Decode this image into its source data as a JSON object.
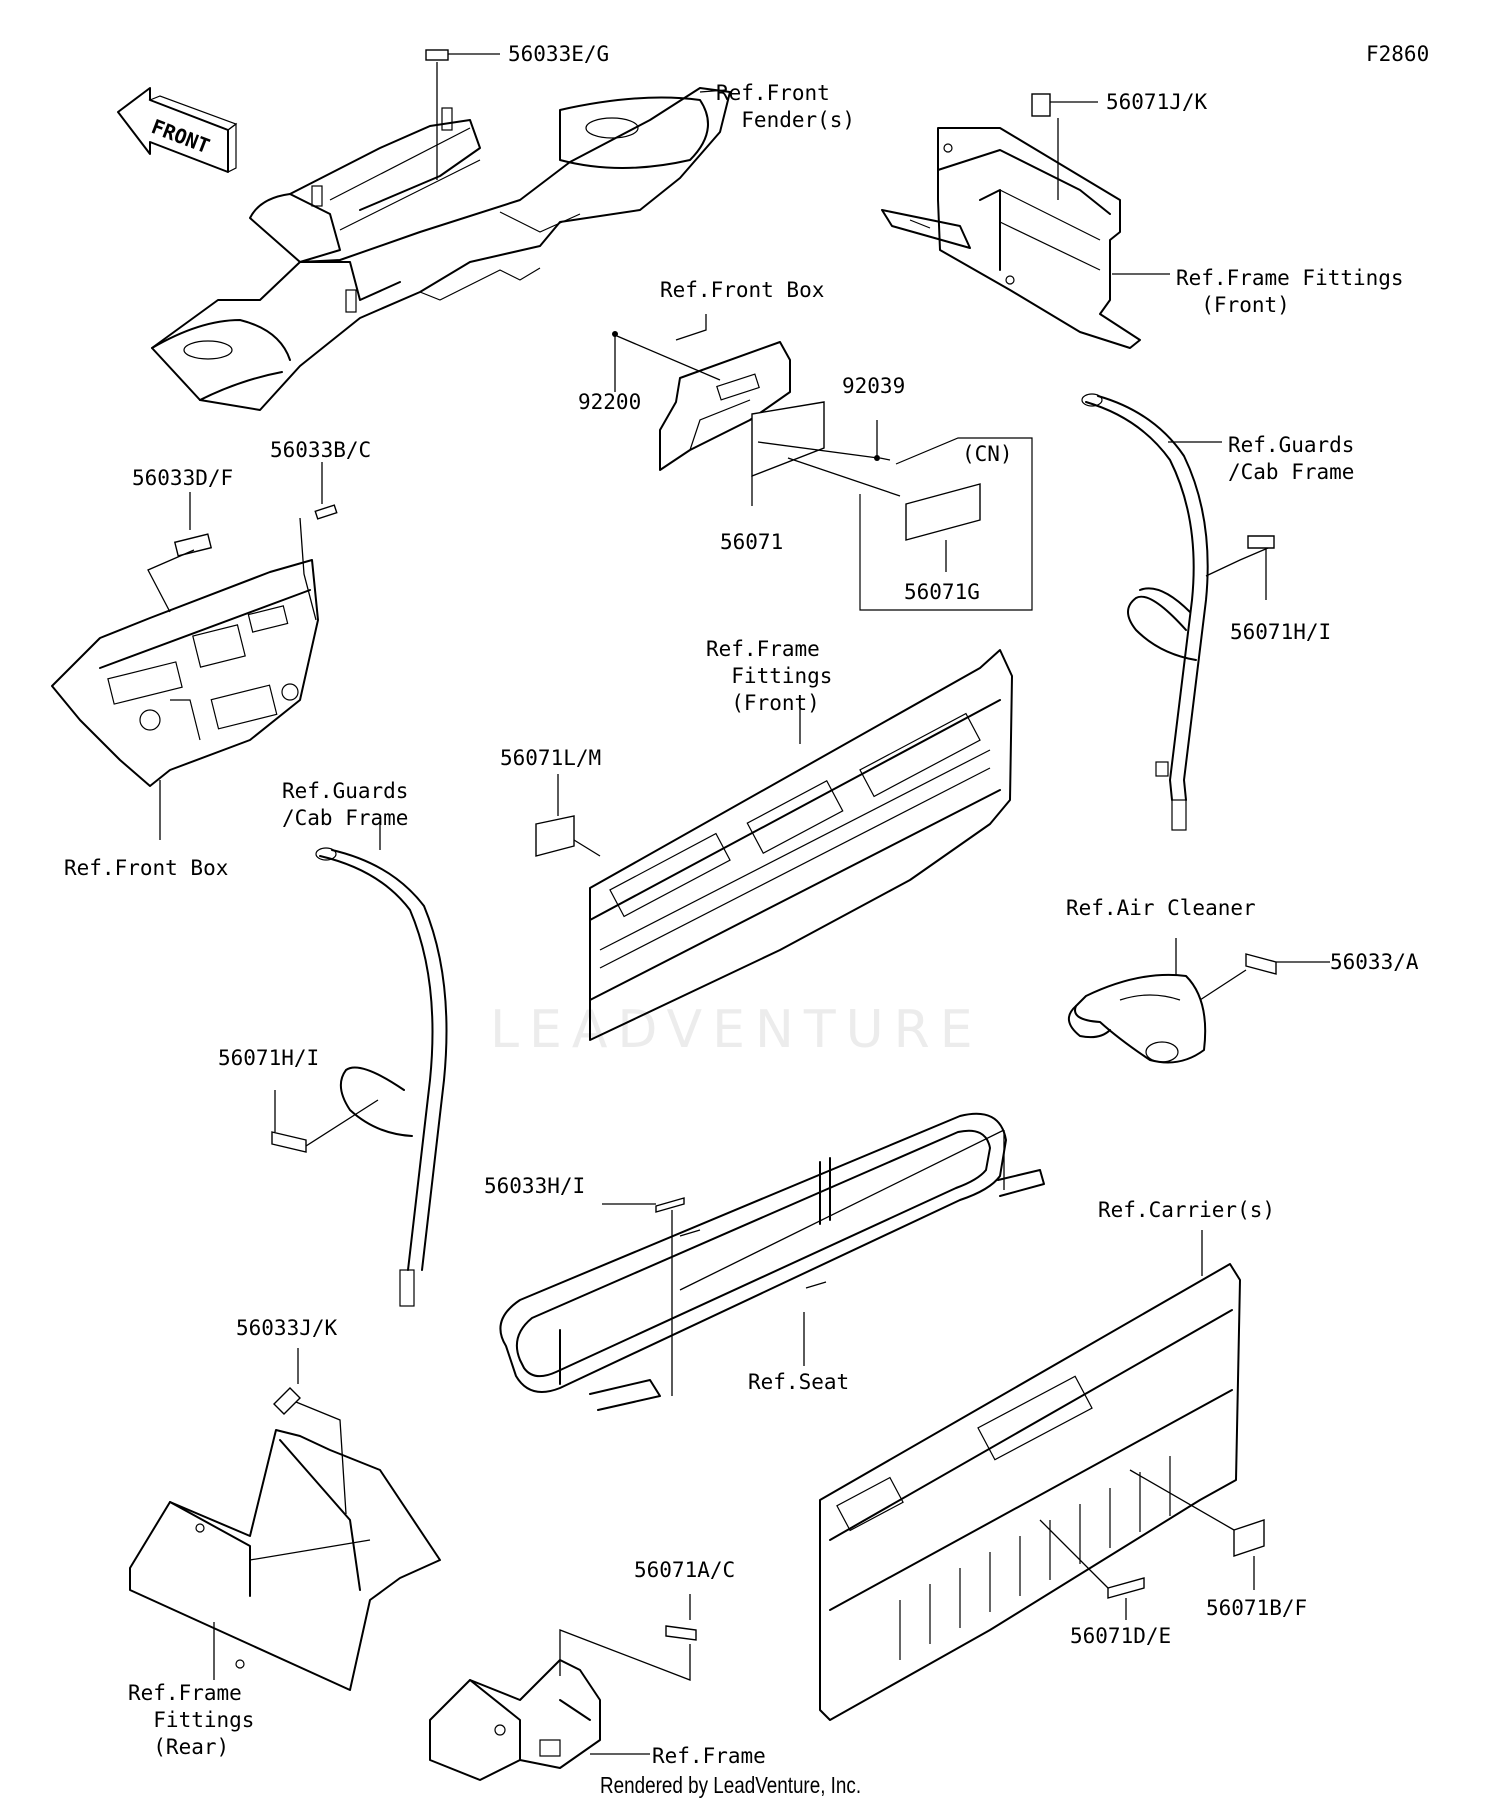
{
  "figure_number": "F2860",
  "direction_arrow": "FRONT",
  "watermark": "LEADVENTURE",
  "credit": "Rendered by LeadVenture, Inc.",
  "callouts": {
    "c56033EG": "56033E/G",
    "ref_front_fender": "Ref.Front\n  Fender(s)",
    "c56071JK": "56071J/K",
    "ref_frame_fittings_front_top": "Ref.Frame Fittings\n  (Front)",
    "ref_front_box_top": "Ref.Front Box",
    "c92200": "92200",
    "c92039": "92039",
    "cn": "(CN)",
    "c56071": "56071",
    "c56071G": "56071G",
    "ref_guards_right": "Ref.Guards\n/Cab Frame",
    "c56071HI_right": "56071H/I",
    "c56033DF": "56033D/F",
    "c56033BC": "56033B/C",
    "ref_front_box_left": "Ref.Front Box",
    "ref_frame_fittings_front_mid": "Ref.Frame\n  Fittings\n  (Front)",
    "c56071LM": "56071L/M",
    "ref_guards_left": "Ref.Guards\n/Cab Frame",
    "c56071HI_left": "56071H/I",
    "ref_air_cleaner": "Ref.Air Cleaner",
    "c56033A": "56033/A",
    "c56033HI": "56033H/I",
    "ref_seat": "Ref.Seat",
    "ref_carrier": "Ref.Carrier(s)",
    "c56033JK": "56033J/K",
    "ref_frame_fittings_rear": "Ref.Frame\n  Fittings\n  (Rear)",
    "c56071AC": "56071A/C",
    "ref_frame": "Ref.Frame",
    "c56071DE": "56071D/E",
    "c56071BF": "56071B/F"
  }
}
